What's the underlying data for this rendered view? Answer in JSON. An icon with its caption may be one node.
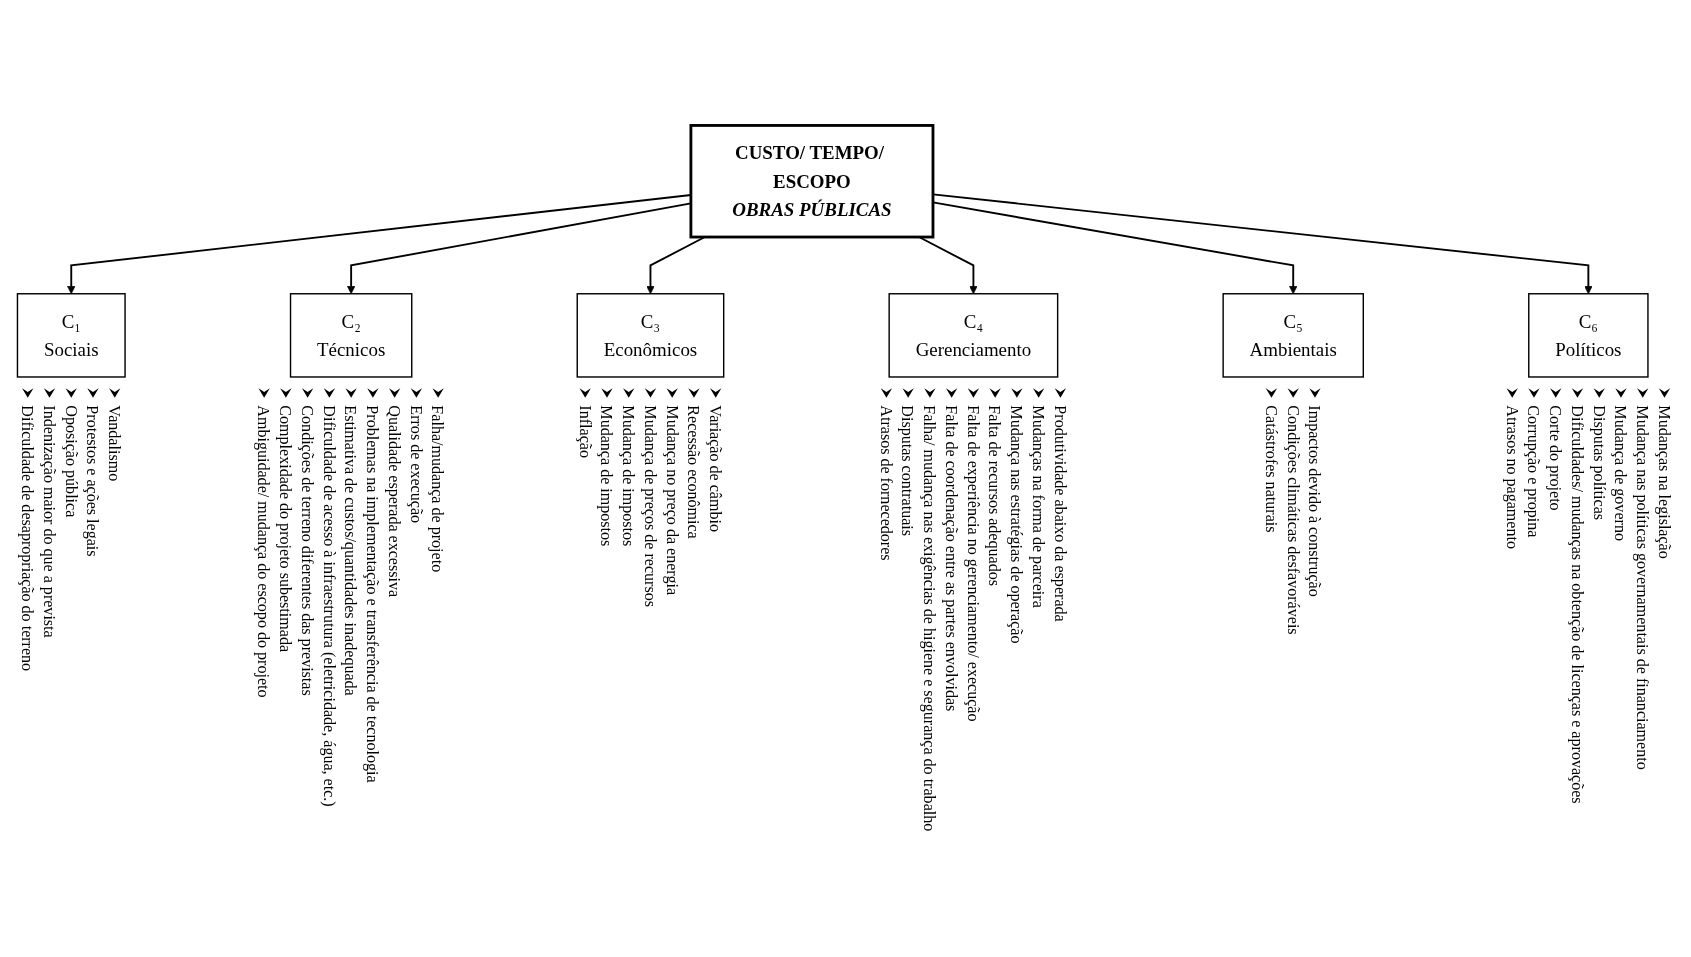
{
  "diagram": {
    "nodes": [
      {
        "text": [
          "CUSTO/ TEMPO/ ESCOPO",
          "OBRAS PÚBLICAS"
        ]
      },
      {
        "text": [
          "C₁",
          "Sociais"
        ],
        "beside": [
          "Dificuldade de desapropriação do terreno",
          "Indenização maior do que a prevista",
          "Oposição pública",
          "Protestos e ações legais",
          "Vandalismo"
        ]
      },
      {
        "text": [
          "C₂",
          "Técnicos"
        ],
        "beside": [
          "Ambiguidade/ mudança do escopo do projeto",
          "Complexidade do projeto subestimada",
          "Condições de terreno diferentes das previstas",
          "Dificuldade de acesso à infraestrutura (eletricidade, água, etc.)",
          "Estimativa de custos/quantidades inadequada",
          "Problemas na implementação e transferência de tecnologia",
          "Qualidade esperada excessiva",
          "Erros de execução",
          "Falha/mudança de projeto"
        ]
      },
      {
        "text": [
          "C₃",
          "Econômicos"
        ],
        "beside": [
          "Inflação",
          "Mudança de impostos",
          "Mudança de impostos",
          "Mudança de preços de recursos",
          "Mudança no preço da energia",
          "Recessão econômica",
          "Variação de câmbio"
        ]
      },
      {
        "text": [
          "C₄",
          "Gerenciamento"
        ],
        "beside": [
          "Atrasos de fornecedores",
          "Disputas contratuais",
          "Falha/ mudança nas exigências de higiene e segurança do trabalho",
          "Falta de coordenação entre as partes envolvidas",
          "Falta de experiência no gerenciamento/ execução",
          "Falta de recursos adequados",
          "Mudança nas estratégias de operação",
          "Mudanças na forma de parceira",
          "Produtividade abaixo da esperada"
        ]
      },
      {
        "text": [
          "C₅",
          "Ambientais"
        ],
        "beside": [
          "Catástrofes naturais",
          "Condições climáticas desfavoráveis",
          "Impactos devido à construção"
        ]
      },
      {
        "text": [
          "C₆",
          "Políticos"
        ],
        "beside": [
          "Atrasos no pagamento",
          "Corrupção e propina",
          "Corte do projeto",
          "Dificuldades/ mudanças na obtenção de licenças e aprovações",
          "Disputas políticas",
          "Mudança de governo",
          "Mudança nas políticas governamentais de financiamento",
          "Mudanças na legislação"
        ]
      }
    ],
    "edges": [
      {
        "from": 0,
        "to": 1,
        "arrow": "to"
      },
      {
        "from": 0,
        "to": 2,
        "arrow": "to"
      },
      {
        "from": 0,
        "to": 3,
        "arrow": "to"
      },
      {
        "from": 0,
        "to": 4,
        "arrow": "to"
      },
      {
        "from": 0,
        "to": 5,
        "arrow": "to"
      },
      {
        "from": 0,
        "to": 6,
        "arrow": "to"
      }
    ]
  }
}
